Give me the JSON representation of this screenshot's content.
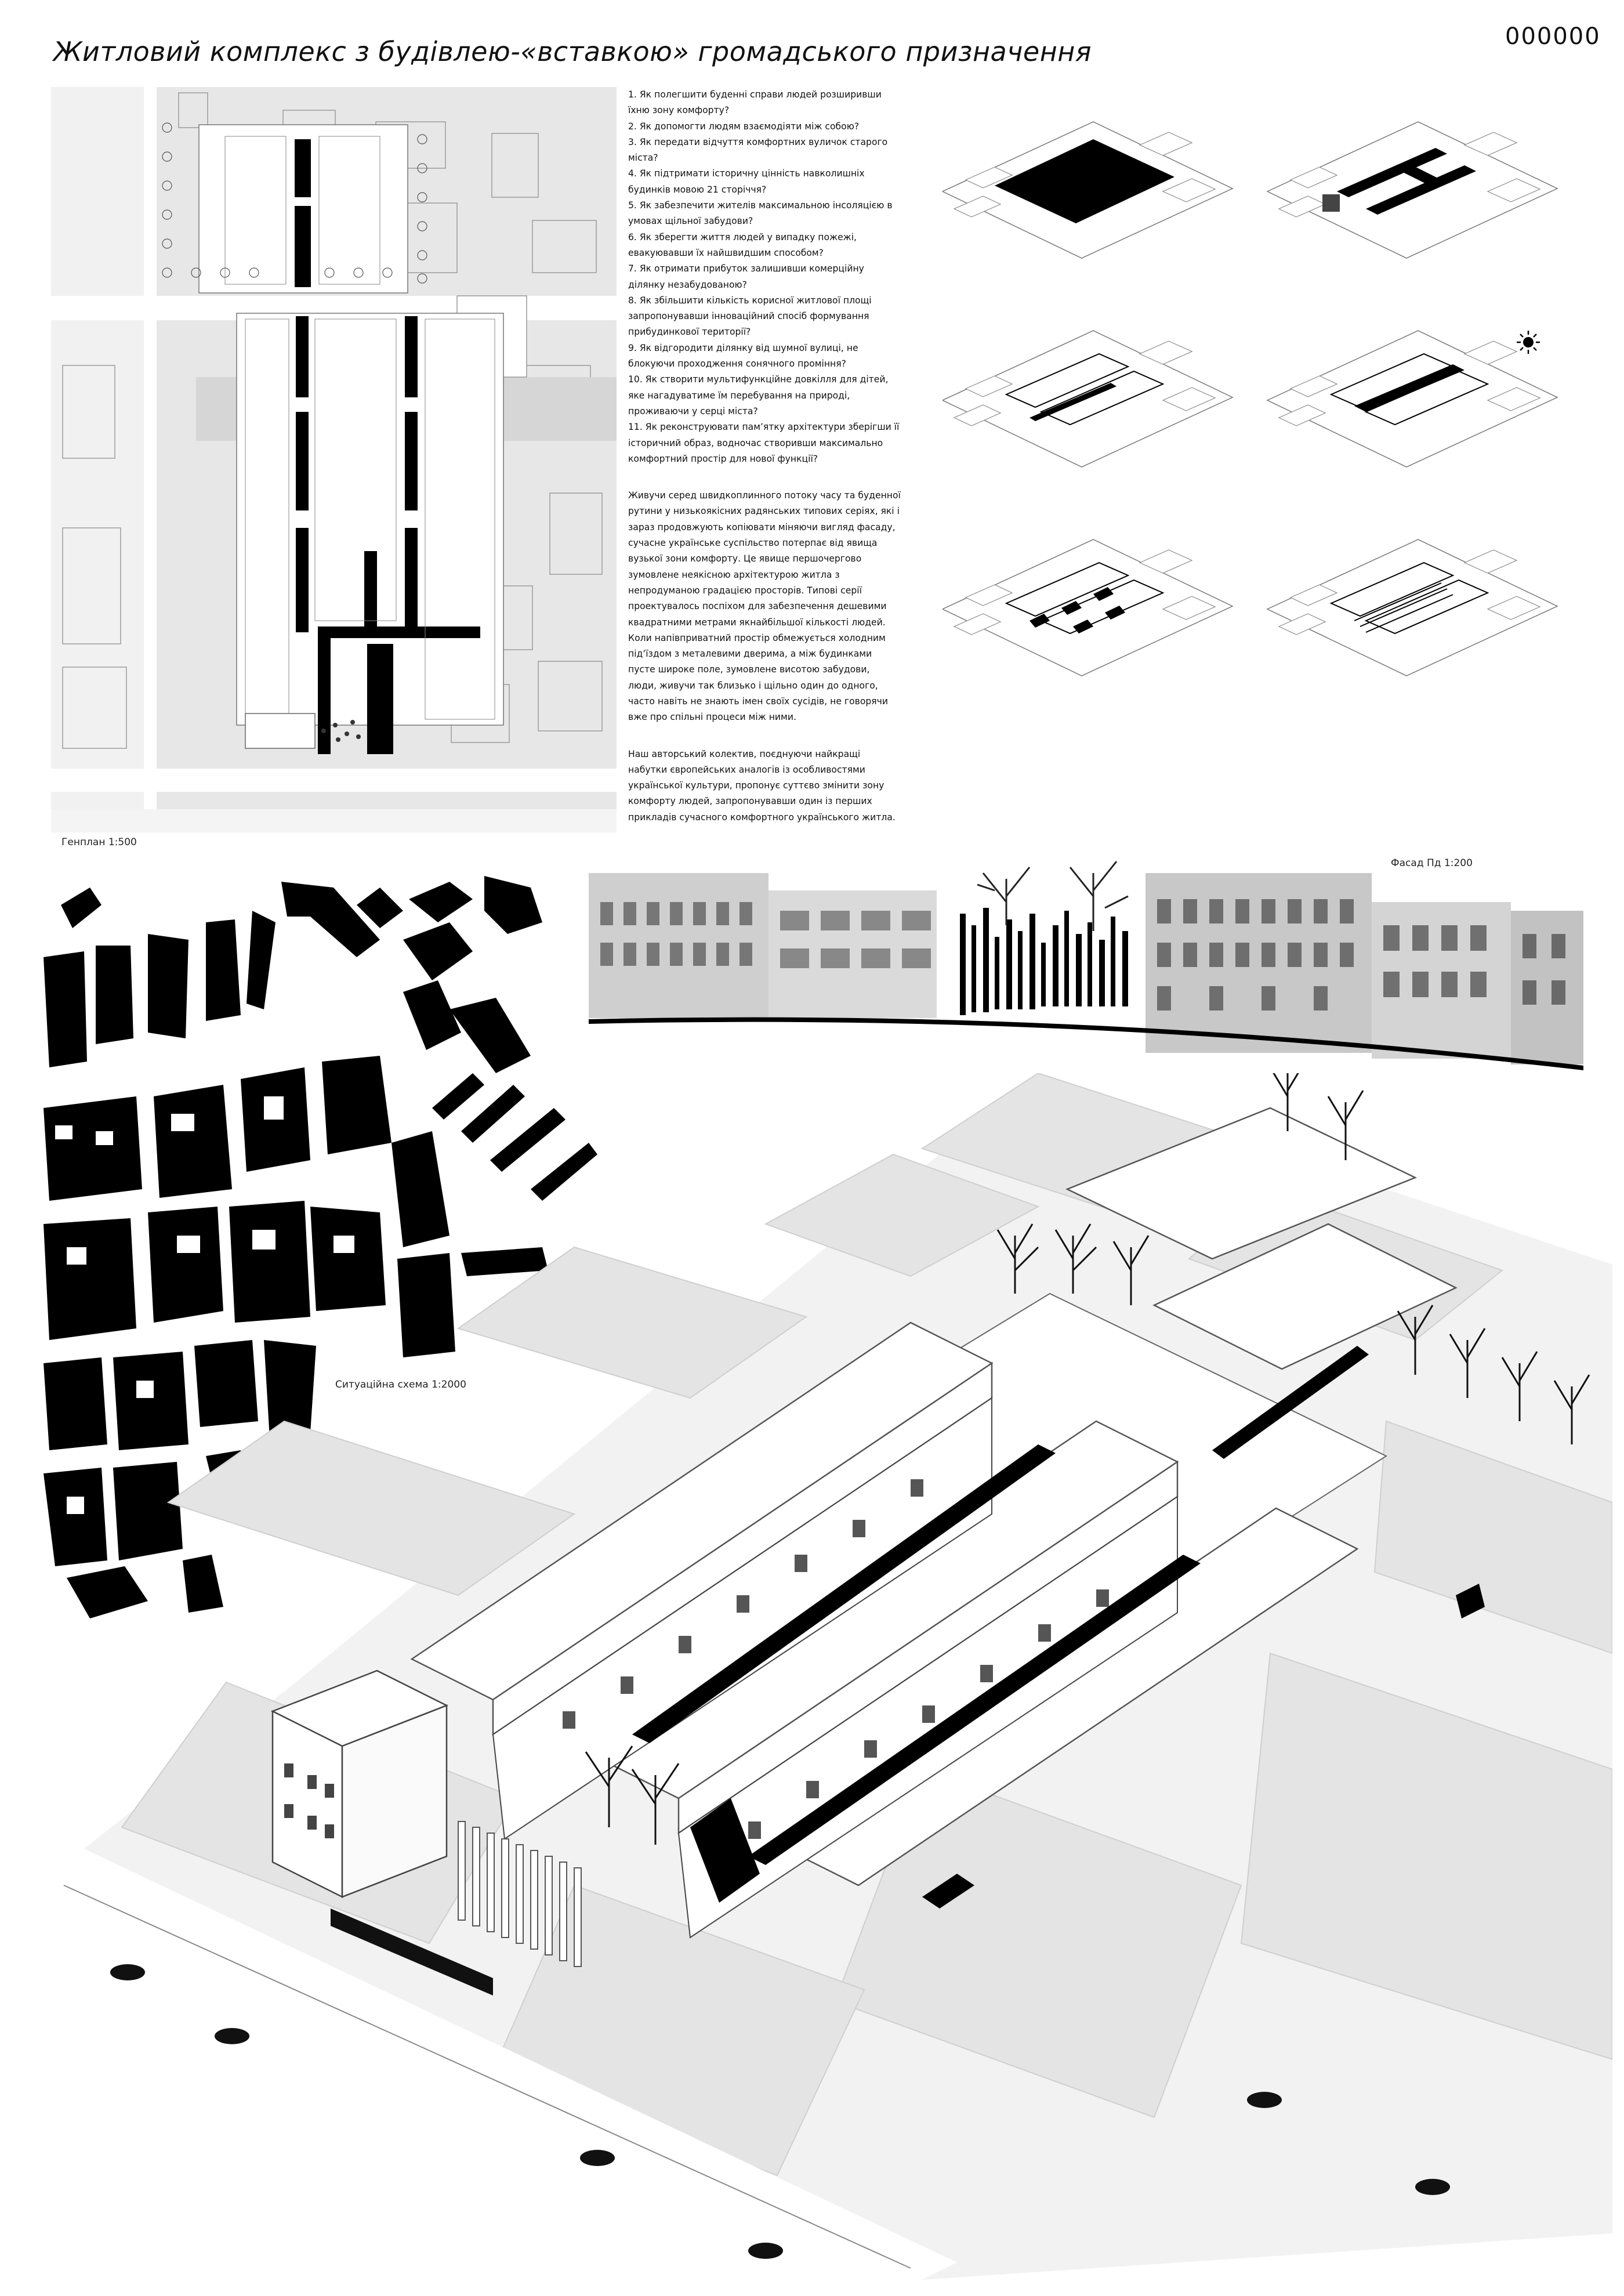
{
  "title": "Житловий комплекс з будівлею-«вставкою» громадського призначення",
  "code": "000000",
  "questions": [
    "1.      Як полегшити буденні справи людей розширивши їхню зону комфорту?",
    "2.      Як допомогти людям взаємодіяти між собою?",
    "3.      Як передати відчуття комфортних вуличок старого міста?",
    "4.      Як підтримати історичну цінність навколишніх будинків мовою 21 сторіччя?",
    "5.      Як забезпечити жителів максимальною інсоляцією в умовах щільної забудови?",
    "6.      Як зберегти життя людей у випадку пожежі, евакуювавши їх найшвидшим способом?",
    "7.      Як отримати прибуток залишивши комерційну ділянку незабудованою?",
    "8.      Як збільшити кількість корисної  житлової площі запропонувавши інноваційний спосіб формування прибудинкової території?",
    "9.      Як відгородити  ділянку від шумної вулиці, не блокуючи проходження сонячного проміння?",
    "10.      Як створити мультифункційне довкілля для дітей, яке нагадуватиме їм перебування на природі, проживаючи у серці міста?",
    "11.      Як реконструювати пам’ятку архітектури зберігши її історичний образ, водночас створивши максимально комфортний простір  для нової функції?"
  ],
  "paragraph1": "Живучи серед швидкоплинного потоку часу та буденної рутини у низькоякісних радянських типових серіях, які і зараз продовжують копіювати міняючи вигляд фасаду, сучасне українське суспільство потерпає від явища вузької зони комфорту. Це явище першочергово зумовлене неякісною архітектурою житла з непродуманою градацією просторів. Типові серії проектувалось поспіхом для забезпечення дешевими квадратними метрами якнайбільшої кількості людей. Коли напівприватний простір обмежується холодним під’їздом з металевими дверима, а між будинками пусте широке поле, зумовлене висотою забудови, люди, живучи так близько і щільно один до одного, часто навіть не знають імен своїх сусідів, не говорячи вже про спільні процеси між ними.",
  "paragraph2": "Наш авторський колектив, поєднуючи найкращі набутки європейських аналогів із особливостями української культури, пропонує суттєво змінити зону комфорту людей, запропонувавши один із перших прикладів сучасного комфортного українського житла.",
  "captions": {
    "site_plan": "Генплан 1:500",
    "facade": "Фасад Пд 1:200",
    "situation": "Ситуаційна схема 1:2000"
  },
  "icons": {
    "sun": "sun-icon"
  },
  "colors": {
    "ink": "#000000",
    "paper": "#ffffff",
    "grey": "#e6e6e6",
    "line": "#8c8c8c"
  }
}
